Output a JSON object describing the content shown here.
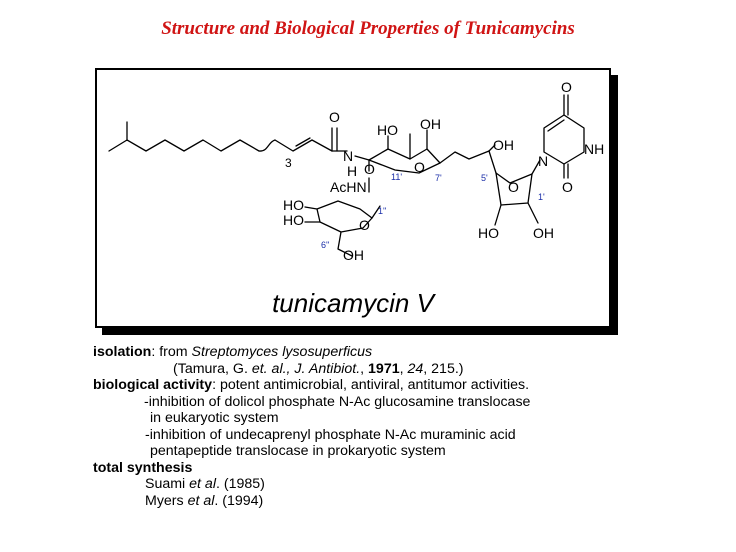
{
  "title": "Structure and Biological Properties of Tunicamycins",
  "structure": {
    "caption": "tunicamycin V",
    "labels": {
      "o_amide": "O",
      "n_amide": "N",
      "h_amide": "H",
      "n": "3",
      "ho_a": "HO",
      "oh_b": "OH",
      "oh_c": "OH",
      "ring_o_gal": "O",
      "glyc_o": "O",
      "p11": "11'",
      "p7": "7'",
      "p5": "5'",
      "achn": "AcHN",
      "ho_d": "HO",
      "ho_e": "HO",
      "ring_o_glc": "O",
      "pp1": "1''",
      "pp6": "6''",
      "oh_f": "OH",
      "ring_o_rib": "O",
      "p1": "1'",
      "ho_g": "HO",
      "oh_h": "OH",
      "o_ura_top": "O",
      "nh": "NH",
      "o_ura_bot": "O",
      "n_ura": "N"
    }
  },
  "text": {
    "isolation_label": "isolation",
    "isolation_from": ": from ",
    "isolation_source": "Streptomyces lysosuperficus",
    "ref_open": "(Tamura, G. ",
    "ref_etal": "et. al., J. Antibiot.",
    "ref_sep": ", ",
    "ref_year": "1971",
    "ref_sep2": ", ",
    "ref_vol": "24",
    "ref_pages": ", 215.)",
    "bio_label": "biological activity",
    "bio_text": ": potent antimicrobial, antiviral, antitumor activities.",
    "bio_line1": "-inhibition of dolicol phosphate N-Ac glucosamine translocase",
    "bio_line2": "in eukaryotic system",
    "bio_line3": "-inhibition of undecaprenyl phosphate N-Ac muraminic acid",
    "bio_line4": "pentapeptide translocase in prokaryotic system",
    "synth_label": "total synthesis",
    "suami_name": "Suami ",
    "suami_etal": "et al",
    "suami_year": ". (1985)",
    "myers_name": "Myers ",
    "myers_etal": "et al",
    "myers_year": ". (1994)"
  }
}
